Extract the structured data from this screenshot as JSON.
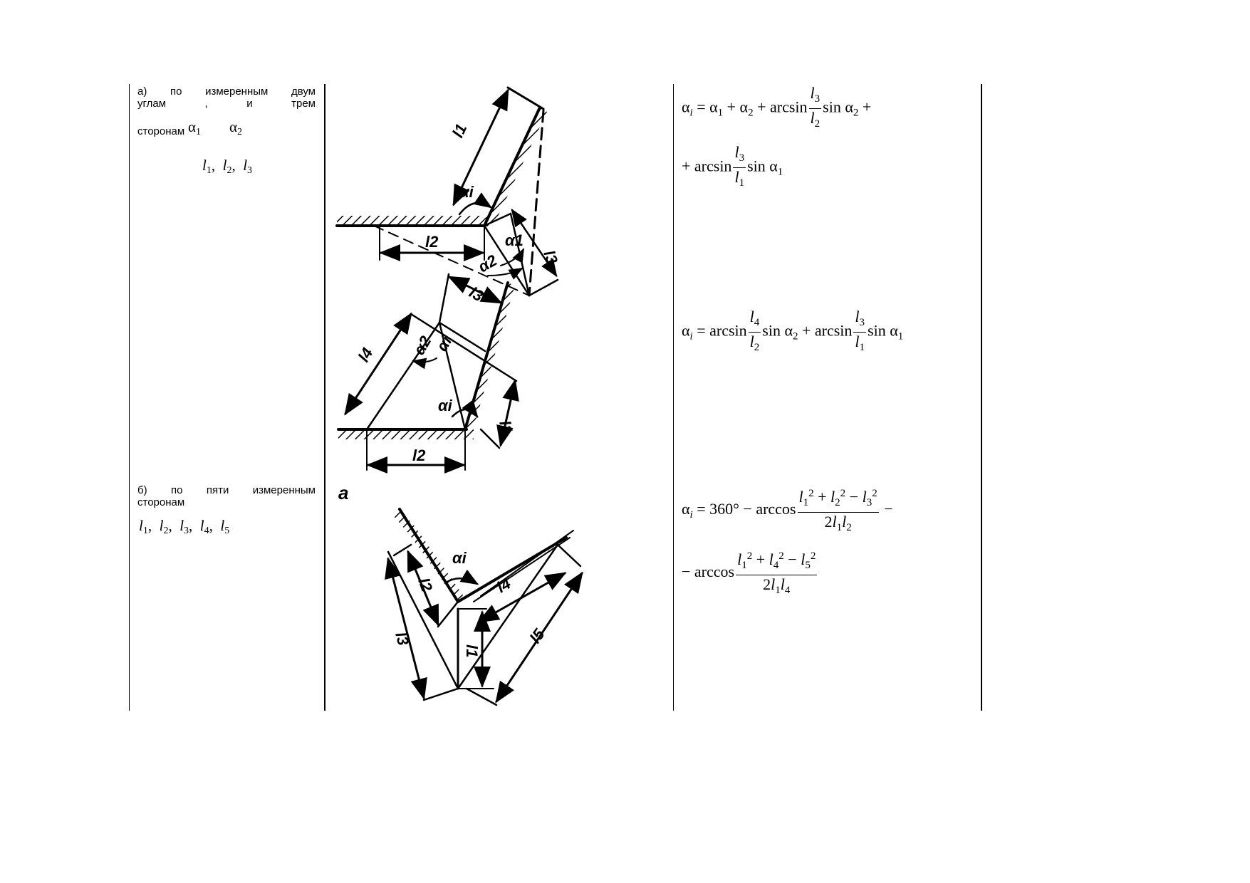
{
  "rows": [
    {
      "description_line1": "а) по измеренным двум",
      "description_line2": "углам , и трем",
      "description_line3": "сторонам",
      "angles": [
        "α",
        "α"
      ],
      "angle_subs": [
        "1",
        "2"
      ],
      "sides": "l1, l2, l3"
    },
    {
      "description_line1": "б) по пяти измеренным",
      "description_line2": "сторонам",
      "sides": "l1, l2, l3, l4, l5"
    }
  ],
  "figure_label": "а",
  "figure_labels": {
    "l1": "l1",
    "l2": "l2",
    "l3": "l3",
    "l4": "l4",
    "l5": "l5",
    "ai": "αi",
    "a1": "α1",
    "a2": "α2"
  }
}
